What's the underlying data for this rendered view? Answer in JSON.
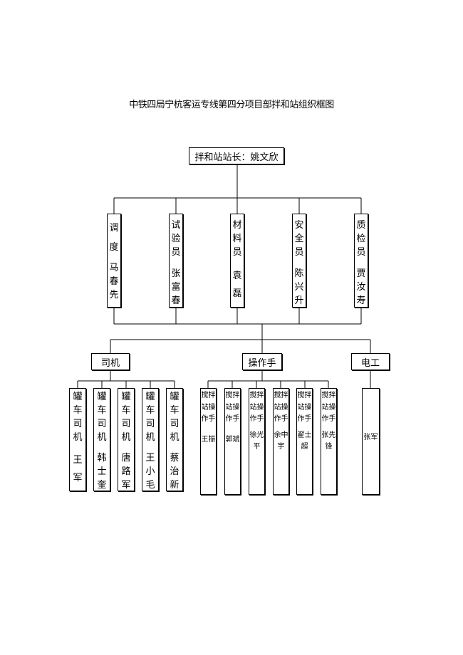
{
  "title": "中铁四局宁杭客运专线第四分项目部拌和站组织框图",
  "root": {
    "label": "拌和站站长：姚文欣"
  },
  "tier1": [
    {
      "role": "调度",
      "name": "马春先"
    },
    {
      "role": "试验员",
      "name": "张富春"
    },
    {
      "role": "材料员",
      "name": "袁磊"
    },
    {
      "role": "安全员",
      "name": "陈兴升"
    },
    {
      "role": "质检员",
      "name": "贾汝寿"
    }
  ],
  "groups": [
    {
      "label": "司机"
    },
    {
      "label": "操作手"
    },
    {
      "label": "电工"
    }
  ],
  "drivers": [
    {
      "role": "罐车司机",
      "name": "王军"
    },
    {
      "role": "罐车司机",
      "name": "韩士奎"
    },
    {
      "role": "罐车司机",
      "name": "唐路军"
    },
    {
      "role": "罐车司机",
      "name": "王小毛"
    },
    {
      "role": "罐车司机",
      "name": "蔡治新"
    }
  ],
  "operators": [
    {
      "role": "搅拌站操作手",
      "name": "王振"
    },
    {
      "role": "搅拌站操作手",
      "name": "郭斌"
    },
    {
      "role": "搅拌站操作手",
      "name": "徐光平"
    },
    {
      "role": "搅拌站操作手",
      "name": "余中宇"
    },
    {
      "role": "搅拌站操作手",
      "name": "翟士超"
    },
    {
      "role": "搅拌站操作手",
      "name": "张先锋"
    }
  ],
  "electrician": {
    "name": "张军"
  }
}
